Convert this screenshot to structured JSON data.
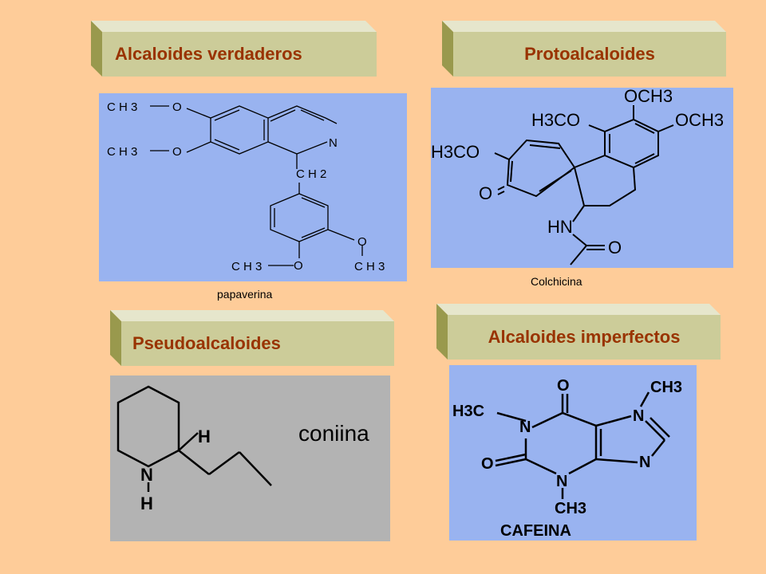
{
  "headers": {
    "verdaderos": "Alcaloides  verdaderos",
    "proto": "Protoalcaloides",
    "pseudo": "Pseudoalcaloides",
    "imperfectos": "Alcaloides imperfectos"
  },
  "captions": {
    "papaverina": "papaverina",
    "colchicina": "Colchicina",
    "coniina": "coniina",
    "cafeina": "CAFEINA"
  },
  "atoms": {
    "ch3": "C H 3",
    "ch2": "C H 2",
    "o": "O",
    "n": "N",
    "h": "H",
    "hn": "HN",
    "och3": "OCH3",
    "h3co": "H3CO",
    "h3c": "H3C",
    "ch3_tight": "CH3"
  },
  "colors": {
    "background": "#FECC99",
    "header_fill": "#CCCC99",
    "header_text": "#993300",
    "panel_blue": "#99B3F0",
    "panel_gray": "#B3B3B3"
  }
}
